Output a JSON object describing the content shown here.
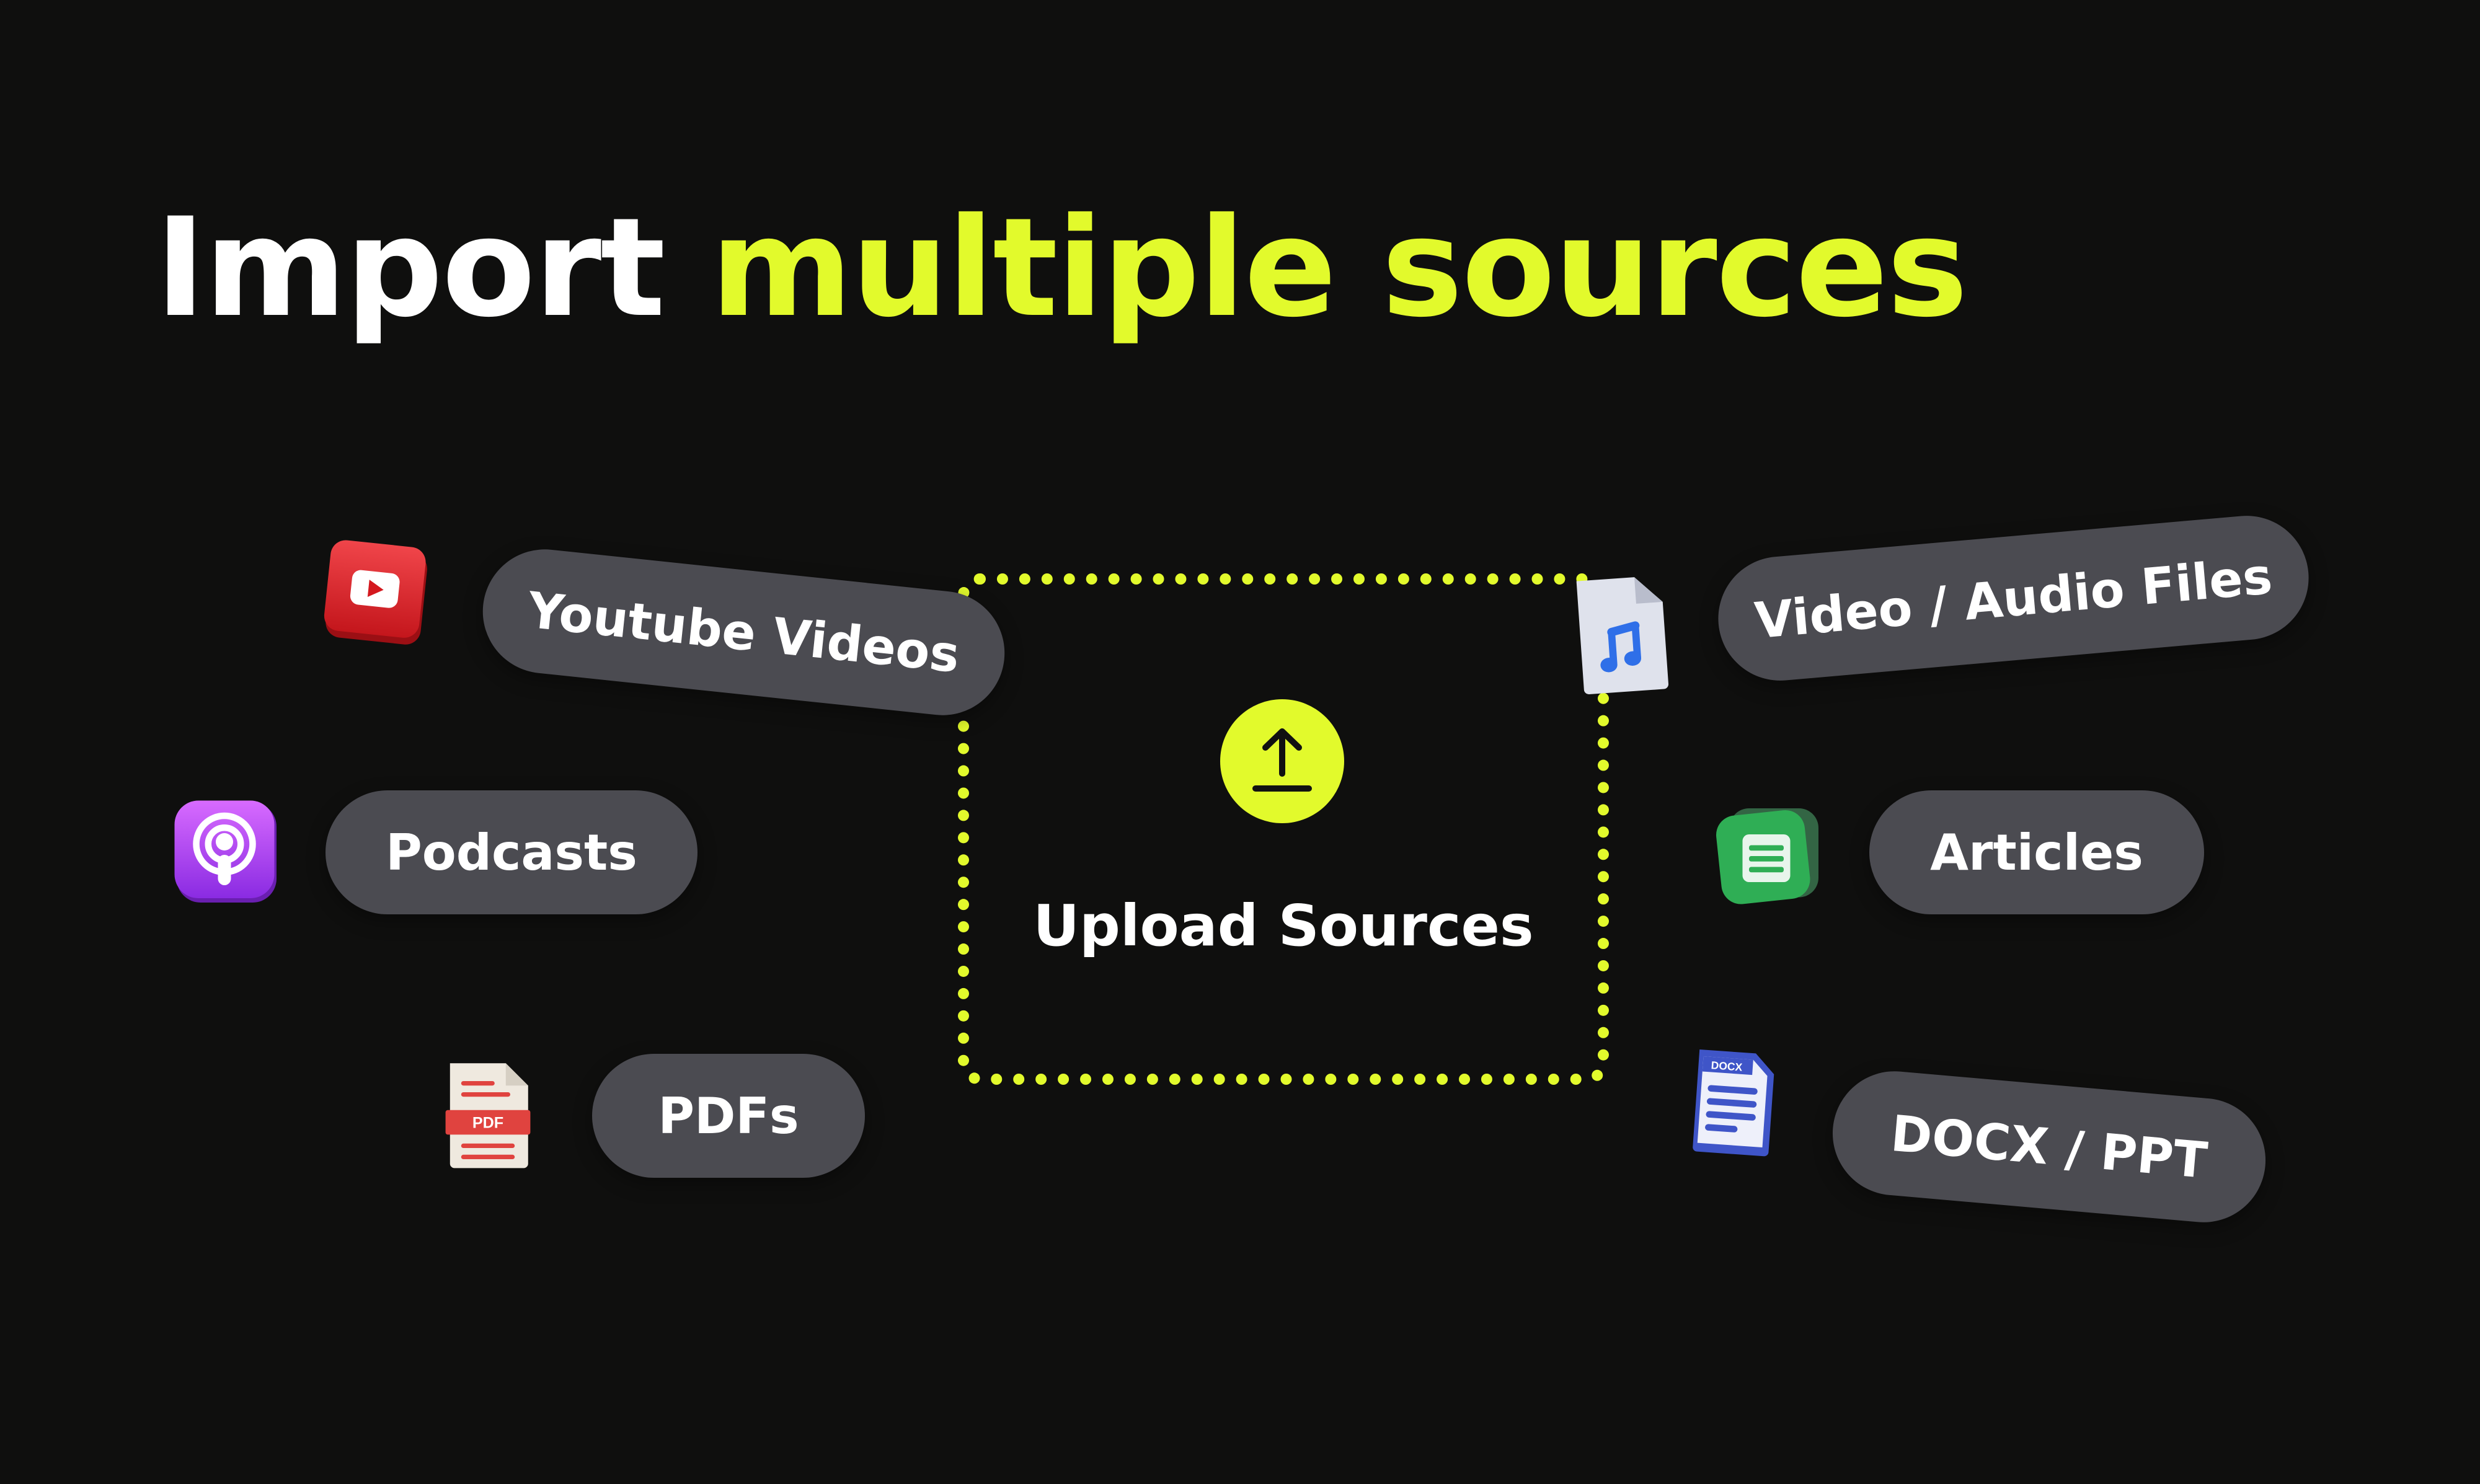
{
  "headline": {
    "plain": "Import ",
    "accent": "multiple sources"
  },
  "colors": {
    "background": "#0f0f0e",
    "accent": "#e2fa2c",
    "pill": "#4b4b51",
    "text": "#ffffff"
  },
  "upload": {
    "label": "Upload Sources",
    "icon": "upload-arrow-icon"
  },
  "sources": [
    {
      "label": "Youtube Videos",
      "icon": "youtube-icon"
    },
    {
      "label": "Podcasts",
      "icon": "podcast-icon"
    },
    {
      "label": "PDFs",
      "icon": "pdf-file-icon"
    },
    {
      "label": "Video / Audio Files",
      "icon": "audio-file-icon"
    },
    {
      "label": "Articles",
      "icon": "article-icon"
    },
    {
      "label": "DOCX / PPT",
      "icon": "docx-file-icon"
    }
  ],
  "icon_text": {
    "pdf": "PDF",
    "docx": "DOCX"
  }
}
